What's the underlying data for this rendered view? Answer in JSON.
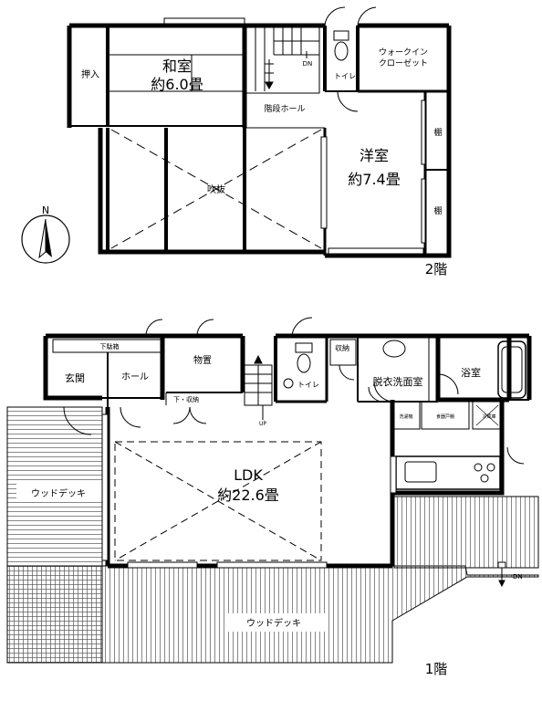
{
  "floor2": {
    "label": "2階",
    "rooms": {
      "washitsu": "和室",
      "washitsu_size": "約6.0畳",
      "oshiire": "押入",
      "fukinuke": "吹抜",
      "kaidan_hall": "階段ホール",
      "toilet": "トイレ",
      "wic_line1": "ウォークイン",
      "wic_line2": "クローゼット",
      "youshitsu": "洋室",
      "youshitsu_size": "約7.4畳",
      "tana1": "棚",
      "tana2": "棚",
      "dn": "DN"
    }
  },
  "floor1": {
    "label": "1階",
    "rooms": {
      "genkan": "玄関",
      "getabako": "下駄箱",
      "hall": "ホール",
      "monooki": "物置",
      "shita_shuno": "下・収納",
      "toilet": "トイレ",
      "shuno": "収納",
      "datsui": "脱衣洗面室",
      "yokushitsu": "浴室",
      "sentakuki": "洗濯機",
      "shokkisenjo": "食器戸棚",
      "reizoko": "冷蔵庫",
      "ldk": "LDK",
      "ldk_size": "約22.6畳",
      "deck_left": "ウッドデッキ",
      "deck_bottom": "ウッドデッキ",
      "up": "UP",
      "dn": "DN"
    }
  },
  "compass": {
    "north": "N"
  }
}
